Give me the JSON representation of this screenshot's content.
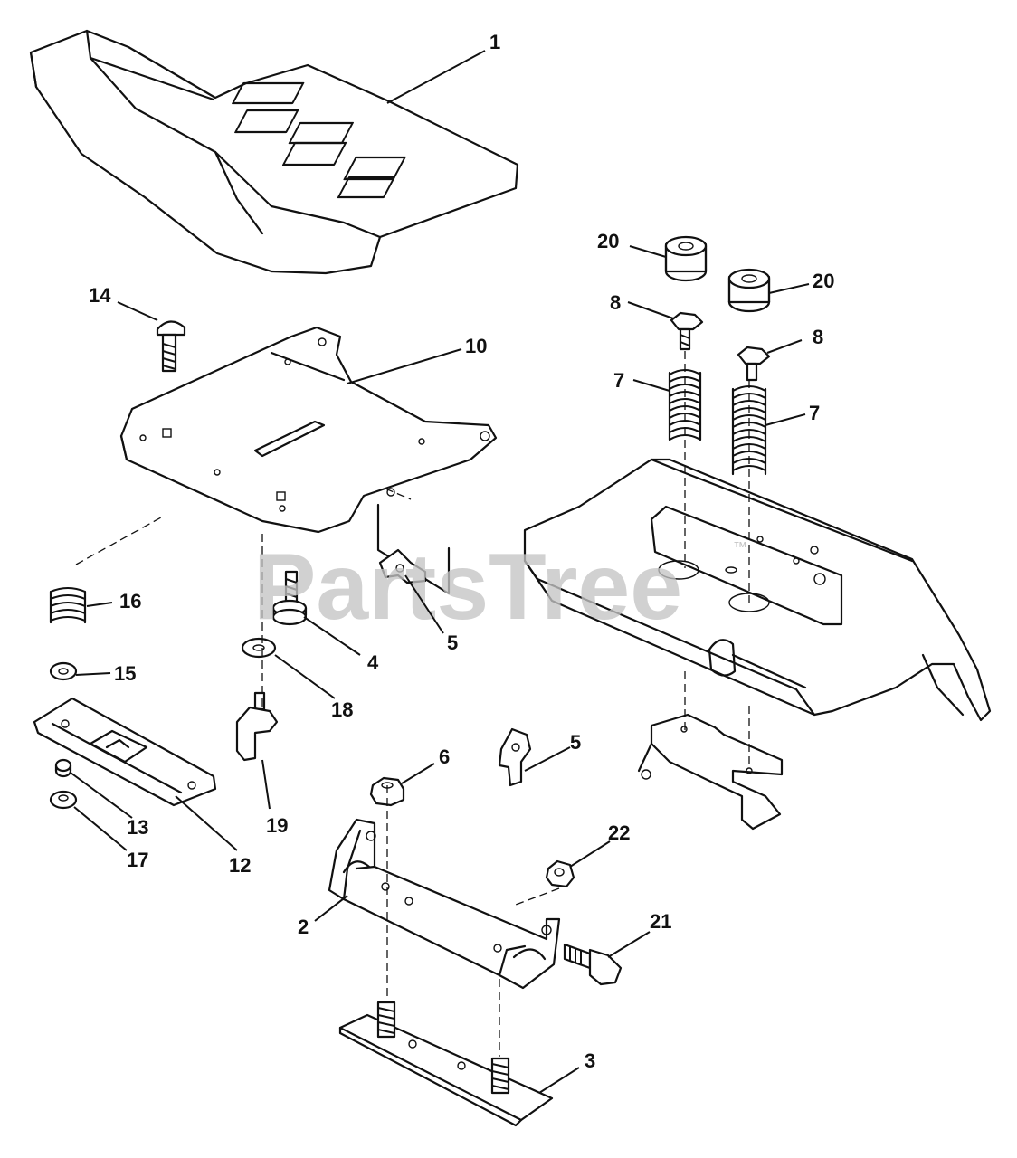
{
  "watermark": {
    "text": "PartsTree",
    "trademark": "™"
  },
  "callouts": [
    {
      "id": "c1",
      "label": "1"
    },
    {
      "id": "c2",
      "label": "2"
    },
    {
      "id": "c3",
      "label": "3"
    },
    {
      "id": "c4",
      "label": "4"
    },
    {
      "id": "c5a",
      "label": "5"
    },
    {
      "id": "c5b",
      "label": "5"
    },
    {
      "id": "c6",
      "label": "6"
    },
    {
      "id": "c7a",
      "label": "7"
    },
    {
      "id": "c7b",
      "label": "7"
    },
    {
      "id": "c8a",
      "label": "8"
    },
    {
      "id": "c8b",
      "label": "8"
    },
    {
      "id": "c10",
      "label": "10"
    },
    {
      "id": "c12",
      "label": "12"
    },
    {
      "id": "c13",
      "label": "13"
    },
    {
      "id": "c14",
      "label": "14"
    },
    {
      "id": "c15",
      "label": "15"
    },
    {
      "id": "c16",
      "label": "16"
    },
    {
      "id": "c17",
      "label": "17"
    },
    {
      "id": "c18",
      "label": "18"
    },
    {
      "id": "c19",
      "label": "19"
    },
    {
      "id": "c20a",
      "label": "20"
    },
    {
      "id": "c20b",
      "label": "20"
    },
    {
      "id": "c21",
      "label": "21"
    },
    {
      "id": "c22",
      "label": "22"
    }
  ]
}
